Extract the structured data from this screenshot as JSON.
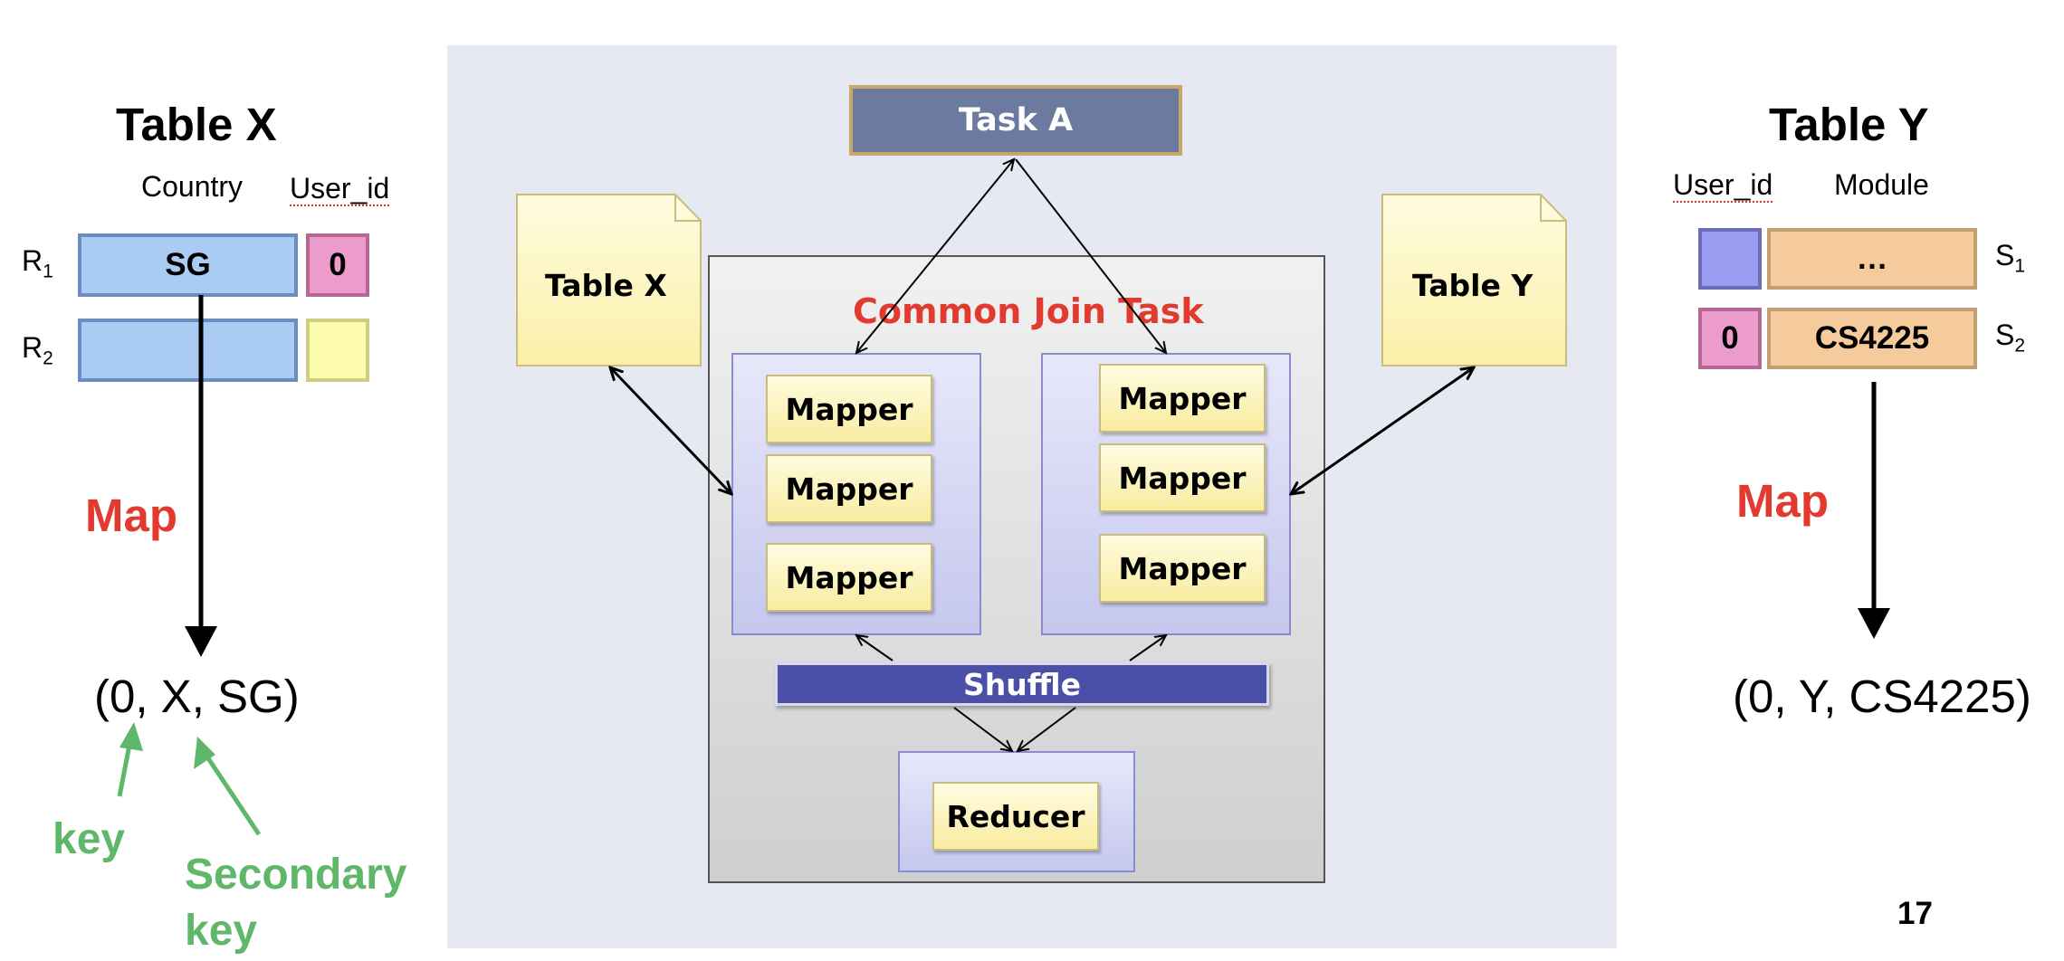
{
  "left_table": {
    "title": "Table X",
    "col_country": "Country",
    "col_user_id": "User_id",
    "row1_label": "R",
    "row1_sub": "1",
    "row2_label": "R",
    "row2_sub": "2",
    "row1_country": "SG",
    "row1_user_id": "0",
    "map_label": "Map",
    "tuple": "(0, X, SG)",
    "key_label": "key",
    "secondary_key_line1": "Secondary",
    "secondary_key_line2": "key"
  },
  "right_table": {
    "title": "Table Y",
    "col_user_id": "User_id",
    "col_module": "Module",
    "row1_label": "S",
    "row1_sub": "1",
    "row2_label": "S",
    "row2_sub": "2",
    "row1_module": "…",
    "row2_user_id": "0",
    "row2_module": "CS4225",
    "map_label": "Map",
    "tuple": "(0, Y, CS4225)"
  },
  "diagram": {
    "task_a": "Task A",
    "table_x_doc": "Table X",
    "table_y_doc": "Table Y",
    "common_join_task": "Common Join Task",
    "left_mappers": [
      "Mapper",
      "Mapper",
      "Mapper"
    ],
    "right_mappers": [
      "Mapper",
      "Mapper",
      "Mapper"
    ],
    "shuffle": "Shuffle",
    "reducer": "Reducer"
  },
  "page_number": "17",
  "colors": {
    "map_red": "#e23a2e",
    "key_green": "#5fb76a",
    "task_a_fill": "#6b7a9e",
    "shuffle_fill": "#4a4fa8",
    "join_title": "#e23a2e"
  }
}
